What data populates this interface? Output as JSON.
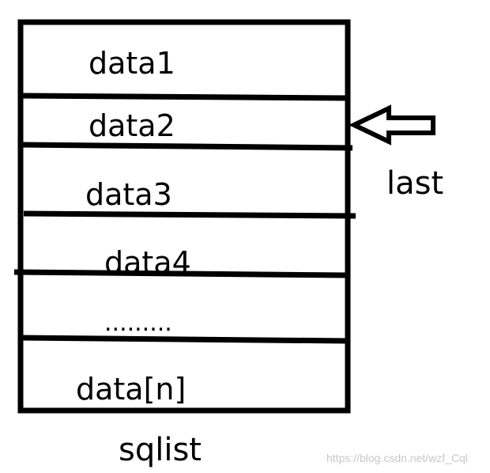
{
  "cells": [
    "data1",
    "data2",
    "data3",
    "data4",
    ".........",
    "data[n]"
  ],
  "caption": "sqlist",
  "pointer": {
    "label": "last",
    "points_to_cell": 2
  },
  "watermark": "https://blog.csdn.net/wzf_Cql"
}
